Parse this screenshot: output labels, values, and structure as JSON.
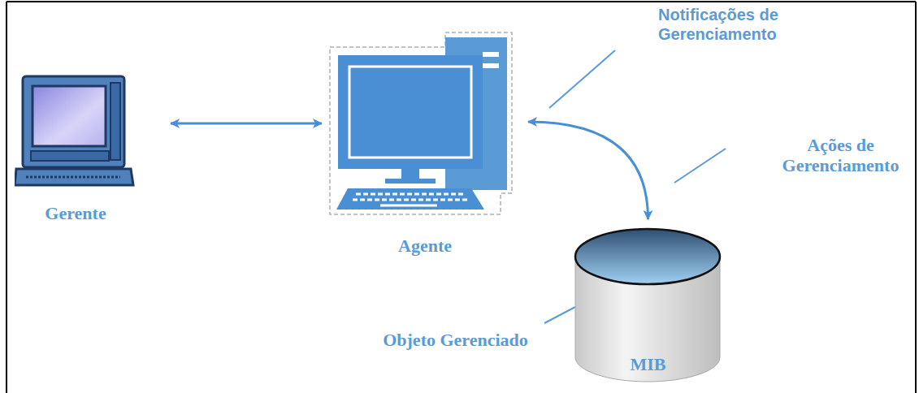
{
  "diagram": {
    "nodes": [
      {
        "text": [
          "Gerente"
        ]
      },
      {
        "text": [
          "Agente"
        ]
      },
      {
        "text": [
          "MIB"
        ]
      }
    ],
    "edges": [
      {
        "from": 0,
        "to": 1,
        "arrow": "both"
      },
      {
        "from": 1,
        "to": 2,
        "arrow": "both"
      }
    ],
    "labels": [
      "Notificações de Gerenciamento",
      "Ações de Gerenciamento",
      "Objeto Gerenciado"
    ]
  }
}
